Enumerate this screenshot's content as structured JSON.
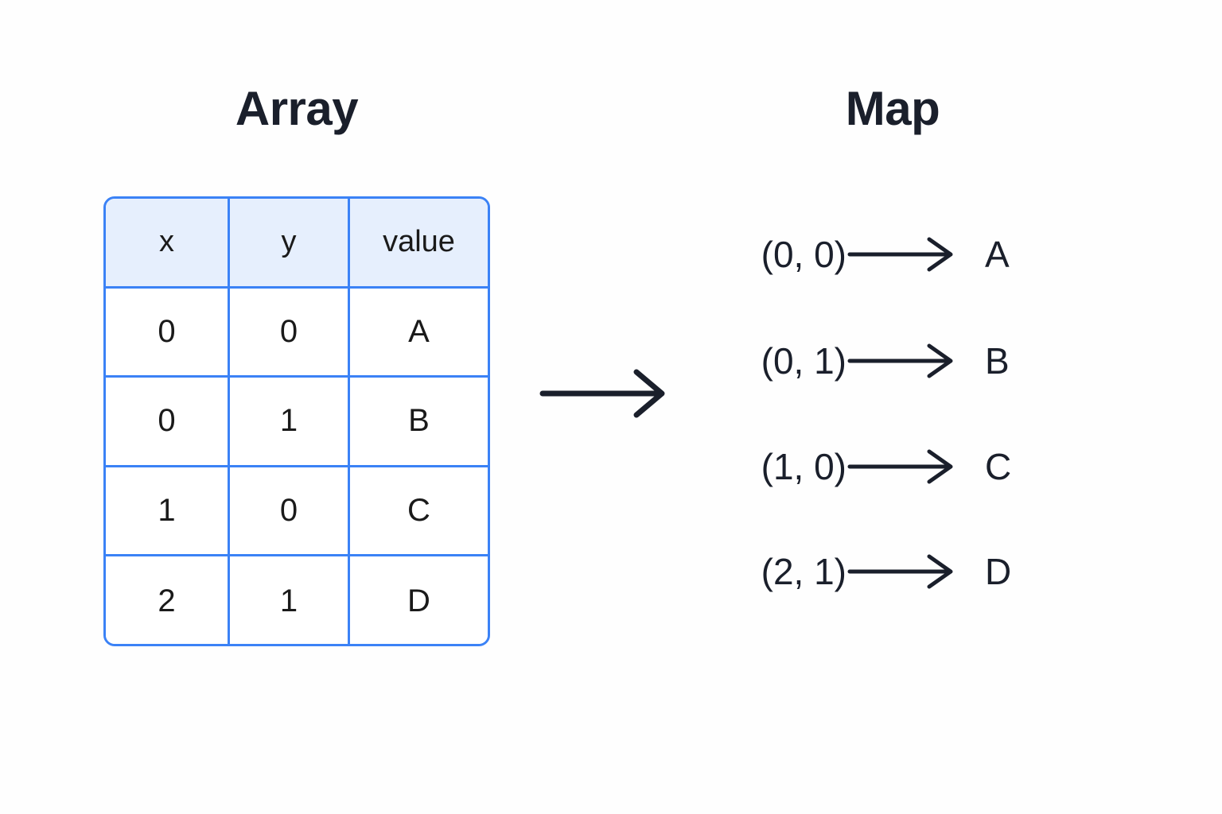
{
  "page": {
    "background_color": "#FFFFFF",
    "text_color": "#1A1F2B",
    "accent_color": "#3B82F6",
    "header_fill_color": "#E6EFFD"
  },
  "array_panel": {
    "title": "Array",
    "table": {
      "columns": [
        "x",
        "y",
        "value"
      ],
      "rows": [
        [
          "0",
          "0",
          "A"
        ],
        [
          "0",
          "1",
          "B"
        ],
        [
          "1",
          "0",
          "C"
        ],
        [
          "2",
          "1",
          "D"
        ]
      ]
    }
  },
  "transform": {
    "icon": "right-arrow-icon"
  },
  "map_panel": {
    "title": "Map",
    "entries": [
      {
        "key": "(0, 0)",
        "arrow": "right-arrow-icon",
        "value": "A"
      },
      {
        "key": "(0, 1)",
        "arrow": "right-arrow-icon",
        "value": "B"
      },
      {
        "key": "(1, 0)",
        "arrow": "right-arrow-icon",
        "value": "C"
      },
      {
        "key": "(2, 1)",
        "arrow": "right-arrow-icon",
        "value": "D"
      }
    ]
  }
}
